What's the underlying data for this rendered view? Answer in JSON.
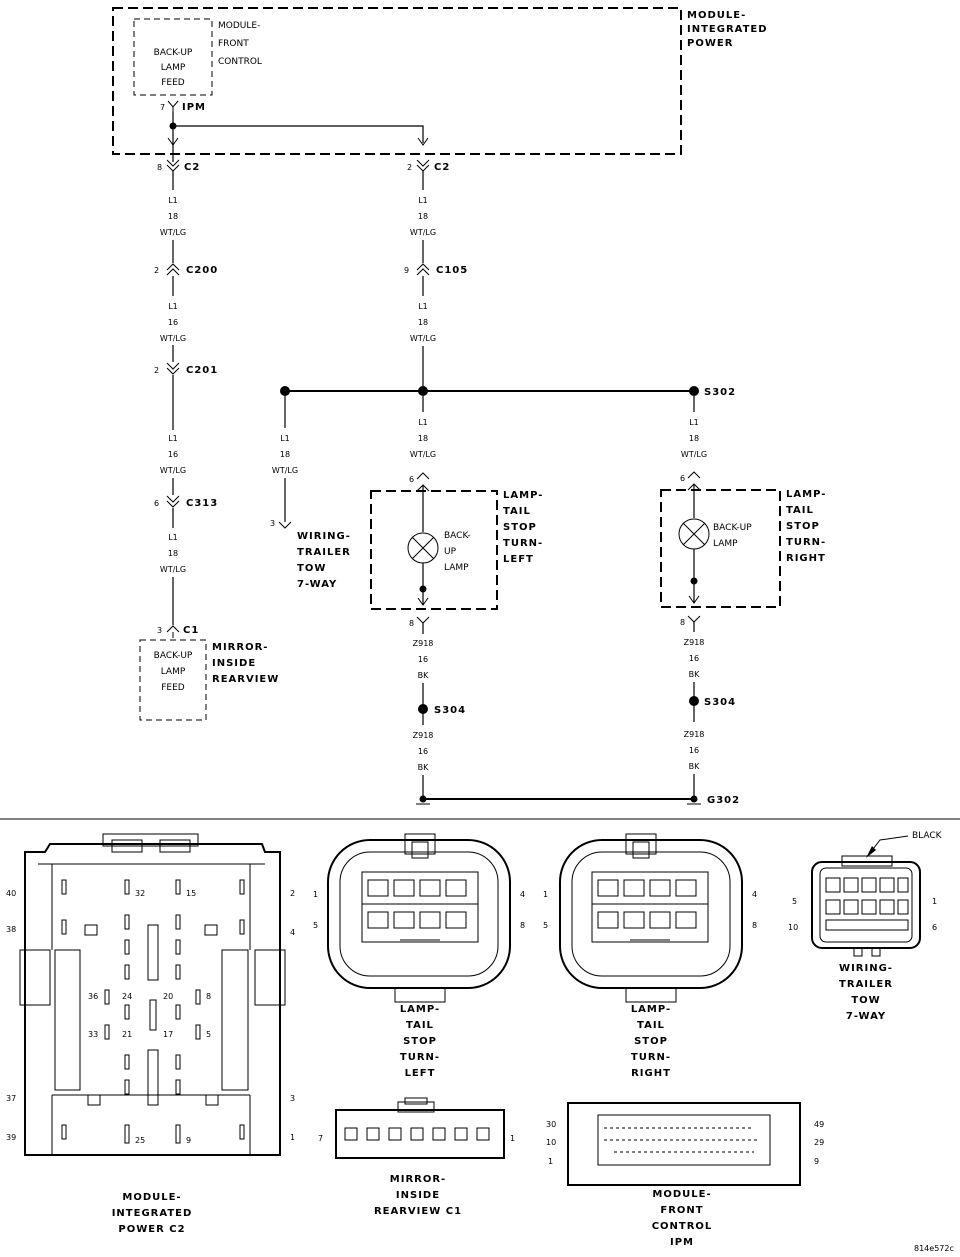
{
  "modules": {
    "integrated_power": [
      "MODULE-",
      "INTEGRATED",
      "POWER"
    ],
    "front_control": [
      "MODULE-",
      "FRONT",
      "CONTROL"
    ],
    "backup_feed_top": [
      "BACK-UP",
      "LAMP",
      "FEED"
    ],
    "ipm_pin": "7",
    "ipm_label": "IPM"
  },
  "connectors": {
    "c2_left": {
      "pin": "8",
      "name": "C2"
    },
    "c2_right": {
      "pin": "2",
      "name": "C2"
    },
    "c200": {
      "pin": "2",
      "name": "C200"
    },
    "c105": {
      "pin": "9",
      "name": "C105"
    },
    "c201": {
      "pin": "2",
      "name": "C201"
    },
    "c313": {
      "pin": "6",
      "name": "C313"
    },
    "c1": {
      "pin": "3",
      "name": "C1"
    },
    "trailer_pin": "3",
    "lamp_left_top_pin": "6",
    "lamp_left_bottom_pin": "8",
    "lamp_right_top_pin": "6",
    "lamp_right_bottom_pin": "8"
  },
  "wires": {
    "w1": [
      "L1",
      "18",
      "WT/LG"
    ],
    "w2": [
      "L1",
      "18",
      "WT/LG"
    ],
    "w3": [
      "L1",
      "16",
      "WT/LG"
    ],
    "w4": [
      "L1",
      "18",
      "WT/LG"
    ],
    "w5": [
      "L1",
      "16",
      "WT/LG"
    ],
    "w6": [
      "L1",
      "18",
      "WT/LG"
    ],
    "w7": [
      "L1",
      "18",
      "WT/LG"
    ],
    "w8": [
      "L1",
      "18",
      "WT/LG"
    ],
    "w9": [
      "L1",
      "18",
      "WT/LG"
    ],
    "g1": [
      "Z918",
      "16",
      "BK"
    ],
    "g2": [
      "Z918",
      "16",
      "BK"
    ],
    "g3": [
      "Z918",
      "16",
      "BK"
    ],
    "g4": [
      "Z918",
      "16",
      "BK"
    ]
  },
  "splices": {
    "s302": "S302",
    "s304_left": "S304",
    "s304_right": "S304",
    "g302": "G302"
  },
  "components": {
    "lamp_left": [
      "LAMP-",
      "TAIL",
      "STOP",
      "TURN-",
      "LEFT"
    ],
    "lamp_right": [
      "LAMP-",
      "TAIL",
      "STOP",
      "TURN-",
      "RIGHT"
    ],
    "backup_left": [
      "BACK-",
      "UP",
      "LAMP"
    ],
    "backup_right": [
      "BACK-UP",
      "LAMP"
    ],
    "trailer": [
      "WIRING-",
      "TRAILER",
      "TOW",
      "7-WAY"
    ],
    "mirror": [
      "MIRROR-",
      "INSIDE",
      "REARVIEW"
    ],
    "mirror_feed": [
      "BACK-UP",
      "LAMP",
      "FEED"
    ]
  },
  "views": {
    "ipm_c2": {
      "caption": [
        "MODULE-",
        "INTEGRATED",
        "POWER C2"
      ],
      "pins": [
        "40",
        "2",
        "38",
        "4",
        "37",
        "3",
        "39",
        "1",
        "32",
        "15",
        "36",
        "24",
        "20",
        "8",
        "33",
        "21",
        "17",
        "5",
        "25",
        "9"
      ]
    },
    "lamp_left": {
      "caption": [
        "LAMP-",
        "TAIL",
        "STOP",
        "TURN-",
        "LEFT"
      ],
      "pins": [
        "1",
        "4",
        "5",
        "8"
      ]
    },
    "lamp_right": {
      "caption": [
        "LAMP-",
        "TAIL",
        "STOP",
        "TURN-",
        "RIGHT"
      ],
      "pins": [
        "1",
        "4",
        "5",
        "8"
      ]
    },
    "trailer": {
      "caption": [
        "WIRING-",
        "TRAILER",
        "TOW",
        "7-WAY"
      ],
      "pins": [
        "5",
        "1",
        "10",
        "6"
      ],
      "color": "BLACK"
    },
    "mirror": {
      "caption": [
        "MIRROR-",
        "INSIDE",
        "REARVIEW C1"
      ],
      "pins": [
        "7",
        "1"
      ]
    },
    "fcm": {
      "caption": [
        "MODULE-",
        "FRONT",
        "CONTROL",
        "IPM"
      ],
      "pins": [
        "30",
        "49",
        "10",
        "29",
        "1",
        "9"
      ]
    }
  },
  "figure_id": "814e572c"
}
